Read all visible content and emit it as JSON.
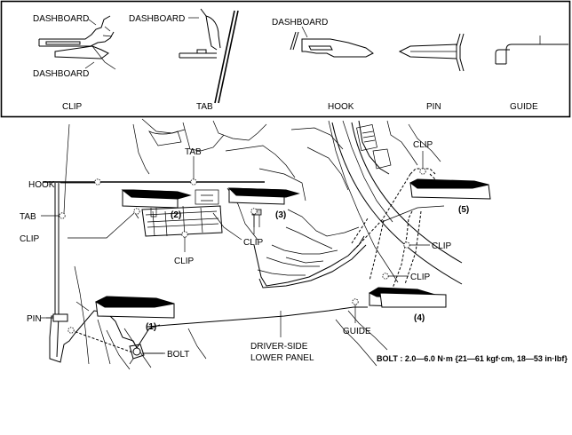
{
  "legend": {
    "clip": {
      "caption": "CLIP",
      "upper_label": "DASHBOARD",
      "lower_label": "DASHBOARD"
    },
    "tab": {
      "caption": "TAB",
      "label": "DASHBOARD"
    },
    "hook": {
      "caption": "HOOK",
      "label": "DASHBOARD"
    },
    "pin": {
      "caption": "PIN"
    },
    "guide": {
      "caption": "GUIDE"
    }
  },
  "callouts": {
    "tab_top": "TAB",
    "hook": "HOOK",
    "tab_left": "TAB",
    "clip_left": "CLIP",
    "clip_2": "CLIP",
    "clip_3": "CLIP",
    "clip_5_top": "CLIP",
    "clip_right_1": "CLIP",
    "clip_right_2": "CLIP",
    "pin": "PIN",
    "bolt": "BOLT",
    "guide": "GUIDE"
  },
  "step_numbers": [
    "(1)",
    "(2)",
    "(3)",
    "(4)",
    "(5)"
  ],
  "panel_label": {
    "line1": "DRIVER-SIDE",
    "line2": "LOWER PANEL"
  },
  "torque_note": "BOLT : 2.0—6.0 N·m {21—61 kgf·cm, 18—53 in·lbf}"
}
